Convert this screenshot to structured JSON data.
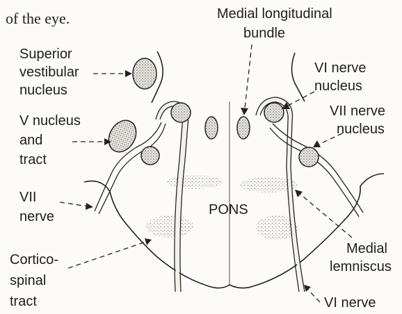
{
  "caption": "of the eye.",
  "labels": {
    "medial_longitudinal_1": "Medial longitudinal",
    "medial_longitudinal_2": "bundle",
    "superior_1": "Superior",
    "superior_2": "vestibular",
    "superior_3": "nucleus",
    "vi_nucleus_1": "VI nerve",
    "vi_nucleus_2": "nucleus",
    "vii_nucleus_1": "VII nerve",
    "vii_nucleus_2": "nucleus",
    "v_nucleus_1": "V nucleus",
    "v_nucleus_2": "and",
    "v_nucleus_3": "tract",
    "vii_nerve_1": "VII",
    "vii_nerve_2": "nerve",
    "pons": "PONS",
    "medial_lemniscus_1": "Medial",
    "medial_lemniscus_2": "lemniscus",
    "corticospinal_1": "Cortico-",
    "corticospinal_2": "spinal",
    "corticospinal_3": "tract",
    "vi_nerve": "VI nerve"
  }
}
